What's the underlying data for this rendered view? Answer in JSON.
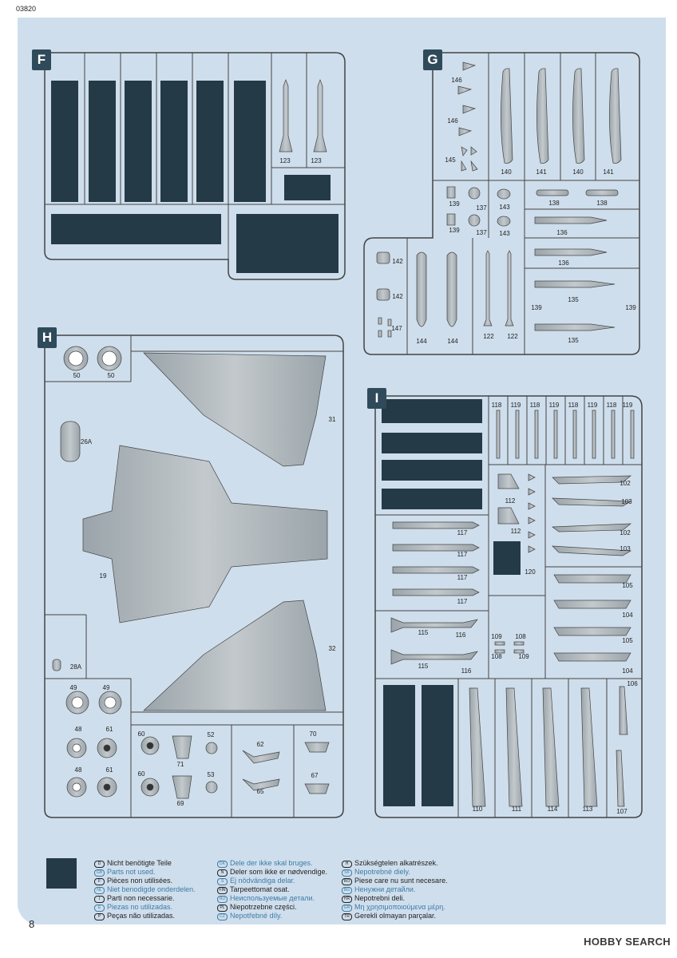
{
  "header": {
    "doc_number": "03820"
  },
  "footer": {
    "page_number": "8"
  },
  "sprues": {
    "F": {
      "letter": "F",
      "labels": [
        "123",
        "123"
      ]
    },
    "G": {
      "letter": "G",
      "labels": [
        "146",
        "146",
        "145",
        "140",
        "141",
        "140",
        "141",
        "139",
        "137",
        "143",
        "139",
        "137",
        "143",
        "138",
        "138",
        "136",
        "136",
        "142",
        "142",
        "147",
        "144",
        "144",
        "122",
        "122",
        "135",
        "139",
        "139",
        "135"
      ]
    },
    "H": {
      "letter": "H",
      "labels": [
        "50",
        "50",
        "26A",
        "31",
        "19",
        "32",
        "28A",
        "49",
        "49",
        "48",
        "61",
        "48",
        "61",
        "60",
        "71",
        "52",
        "60",
        "69",
        "53",
        "62",
        "65",
        "70",
        "67"
      ]
    },
    "I": {
      "letter": "I",
      "labels": [
        "118",
        "119",
        "118",
        "119",
        "118",
        "119",
        "118",
        "119",
        "102",
        "103",
        "102",
        "103",
        "112",
        "112",
        "120",
        "117",
        "117",
        "117",
        "117",
        "105",
        "104",
        "105",
        "104",
        "115",
        "116",
        "115",
        "116",
        "109",
        "108",
        "108",
        "109",
        "106",
        "110",
        "111",
        "114",
        "113",
        "107"
      ]
    }
  },
  "legend": {
    "col1": [
      {
        "code": "D",
        "text": "Nicht benötigte Teile",
        "color": "black"
      },
      {
        "code": "GB",
        "text": "Parts not used.",
        "color": "blue"
      },
      {
        "code": "F",
        "text": "Pièces non utilisées.",
        "color": "black"
      },
      {
        "code": "NL",
        "text": "Niet benodigde onderdelen.",
        "color": "blue"
      },
      {
        "code": "I",
        "text": "Parti non necessarie.",
        "color": "black"
      },
      {
        "code": "E",
        "text": "Piezas no utilizadas.",
        "color": "blue"
      },
      {
        "code": "P",
        "text": "Peças não utilizadas.",
        "color": "black"
      }
    ],
    "col2": [
      {
        "code": "DK",
        "text": "Dele der ikke skal bruges.",
        "color": "blue"
      },
      {
        "code": "N",
        "text": "Deler som ikke er nødvendige.",
        "color": "black"
      },
      {
        "code": "S",
        "text": "Ej nödvändiga delar.",
        "color": "blue"
      },
      {
        "code": "FIN",
        "text": "Tarpeettomat osat.",
        "color": "black"
      },
      {
        "code": "RU",
        "text": "Неиспользуемые детали.",
        "color": "blue"
      },
      {
        "code": "PL",
        "text": "Niepotrzebne części.",
        "color": "black"
      },
      {
        "code": "CZ",
        "text": "Nepotřebné díly.",
        "color": "blue"
      }
    ],
    "col3": [
      {
        "code": "H",
        "text": "Szükségtelen alkatrészek.",
        "color": "black"
      },
      {
        "code": "SK",
        "text": "Nepotrebné diely.",
        "color": "blue"
      },
      {
        "code": "RO",
        "text": "Piese care nu sunt necesare.",
        "color": "black"
      },
      {
        "code": "BG",
        "text": "Ненужни детайли.",
        "color": "blue"
      },
      {
        "code": "HR",
        "text": "Nepotrebni deli.",
        "color": "black"
      },
      {
        "code": "GR",
        "text": "Μη χρησιμοποιούμενα μέρη.",
        "color": "blue"
      },
      {
        "code": "TR",
        "text": "Gerekli olmayan parçalar.",
        "color": "black"
      }
    ]
  },
  "watermark": {
    "text": "HOBBY SEARCH"
  }
}
